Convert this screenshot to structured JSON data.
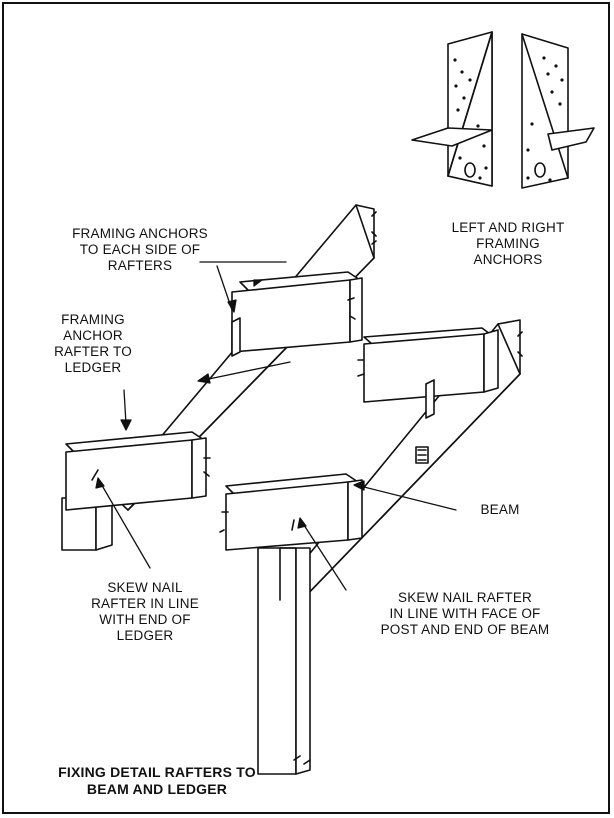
{
  "labels": {
    "anchors_each_side": [
      "FRAMING ANCHORS",
      "TO EACH SIDE OF",
      "RAFTERS"
    ],
    "left_right_anchors": [
      "LEFT AND RIGHT",
      "FRAMING",
      "ANCHORS"
    ],
    "anchor_rafter_ledger": [
      "FRAMING",
      "ANCHOR",
      "RAFTER TO",
      "LEDGER"
    ],
    "beam": "BEAM",
    "skew_nail_ledger": [
      "SKEW NAIL",
      "RAFTER IN LINE",
      "WITH END OF",
      "LEDGER"
    ],
    "skew_nail_post": [
      "SKEW NAIL RAFTER",
      "IN LINE WITH FACE OF",
      "POST AND END OF BEAM"
    ],
    "caption": [
      "FIXING DETAIL RAFTERS TO",
      "BEAM AND LEDGER"
    ]
  }
}
